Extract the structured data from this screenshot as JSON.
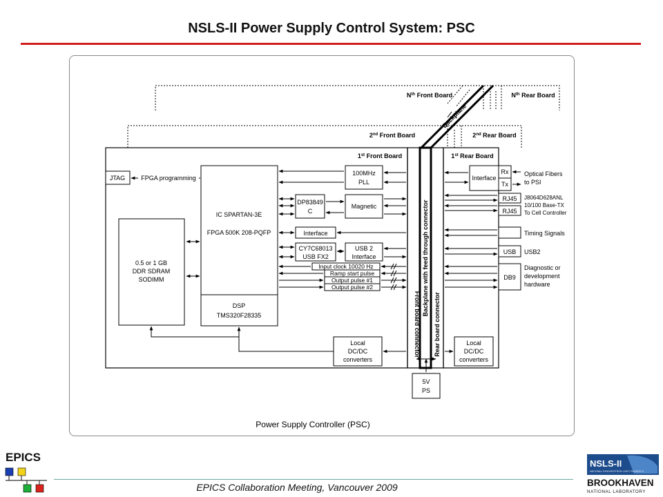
{
  "slide": {
    "title": "NSLS-II Power Supply Control System: PSC",
    "caption": "Power Supply Controller (PSC)",
    "footer": "EPICS Collaboration Meeting, Vancouver 2009"
  },
  "logos": {
    "epics_text": "EPICS",
    "nsls_text": "NSLS-II",
    "nsls_sub": "NATIONAL SYNCHROTRON LIGHT SOURCE II",
    "bnl_text": "BROOKHAVEN",
    "bnl_sub": "NATIONAL LABORATORY"
  },
  "boards": {
    "nth_front_sup": "th",
    "nth_front_base": "N",
    "nth_front_rest": " Front Board",
    "nth_rear_base": "N",
    "nth_rear_sup": "th",
    "nth_rear_rest": " Rear Board",
    "second_front_base": "2",
    "second_front_sup": "nd",
    "second_front_rest": " Front Board",
    "second_rear_base": "2",
    "second_rear_sup": "nd",
    "second_rear_rest": " Rear Board",
    "first_front_base": "1",
    "first_front_sup": "st",
    "first_front_rest": " Front Board",
    "first_rear_base": "1",
    "first_rear_sup": "st",
    "first_rear_rest": " Rear Board",
    "backplane": "Backplane"
  },
  "blocks": {
    "jtag": "JTAG",
    "fpga_programming": "FPGA programming",
    "fpga_line1": "IC SPARTAN-3E",
    "fpga_line2": "FPGA 500K 208-PQFP",
    "dsp_line1": "DSP",
    "dsp_line2": "TMS320F28335",
    "ram_line1": "0.5 or 1 GB",
    "ram_line2": "DDR SDRAM",
    "ram_line3": "SODIMM",
    "pll_line1": "100MHz",
    "pll_line2": "PLL",
    "dp_line1": "DP83849",
    "dp_line2": "C",
    "magnetic": "Magnetic",
    "interface_front": "Interface",
    "cy_line1": "CY7C68013",
    "cy_line2": "USB FX2",
    "usb2if_line1": "USB 2",
    "usb2if_line2": "Interface",
    "input_clock": "Input clock 10020 Hz",
    "ramp_start": "Ramp start pulse",
    "output1": "Output pulse #1",
    "output2": "Output pulse #2",
    "front_dcdc_1": "Local",
    "front_dcdc_2": "DC/DC",
    "front_dcdc_3": "converters",
    "front_connector": "Front board connector",
    "backplane_connector": "Backplane with feed through connector",
    "rear_connector": "Rear board connector",
    "ps_line1": "5V",
    "ps_line2": "PS",
    "rear_interface": "Interface",
    "rx": "Rx",
    "tx": "Tx",
    "rj45_a": "RJ45",
    "rj45_b": "RJ45",
    "usb": "USB",
    "db9": "DB9",
    "rear_dcdc_1": "Local",
    "rear_dcdc_2": "DC/DC",
    "rear_dcdc_3": "converters"
  },
  "external": {
    "optical_1": "Optical Fibers",
    "optical_2": "to PSI",
    "eth_1": "J8064D628ANL",
    "eth_2": "10/100 Base-TX",
    "eth_3": "To Cell Controller",
    "timing": "Timing Signals",
    "usb2": "USB2",
    "diag_1": "Diagnostic or",
    "diag_2": "development",
    "diag_3": "hardware"
  },
  "colors": {
    "accent": "#d01c1c",
    "footer_rule": "#6aa7a0"
  }
}
